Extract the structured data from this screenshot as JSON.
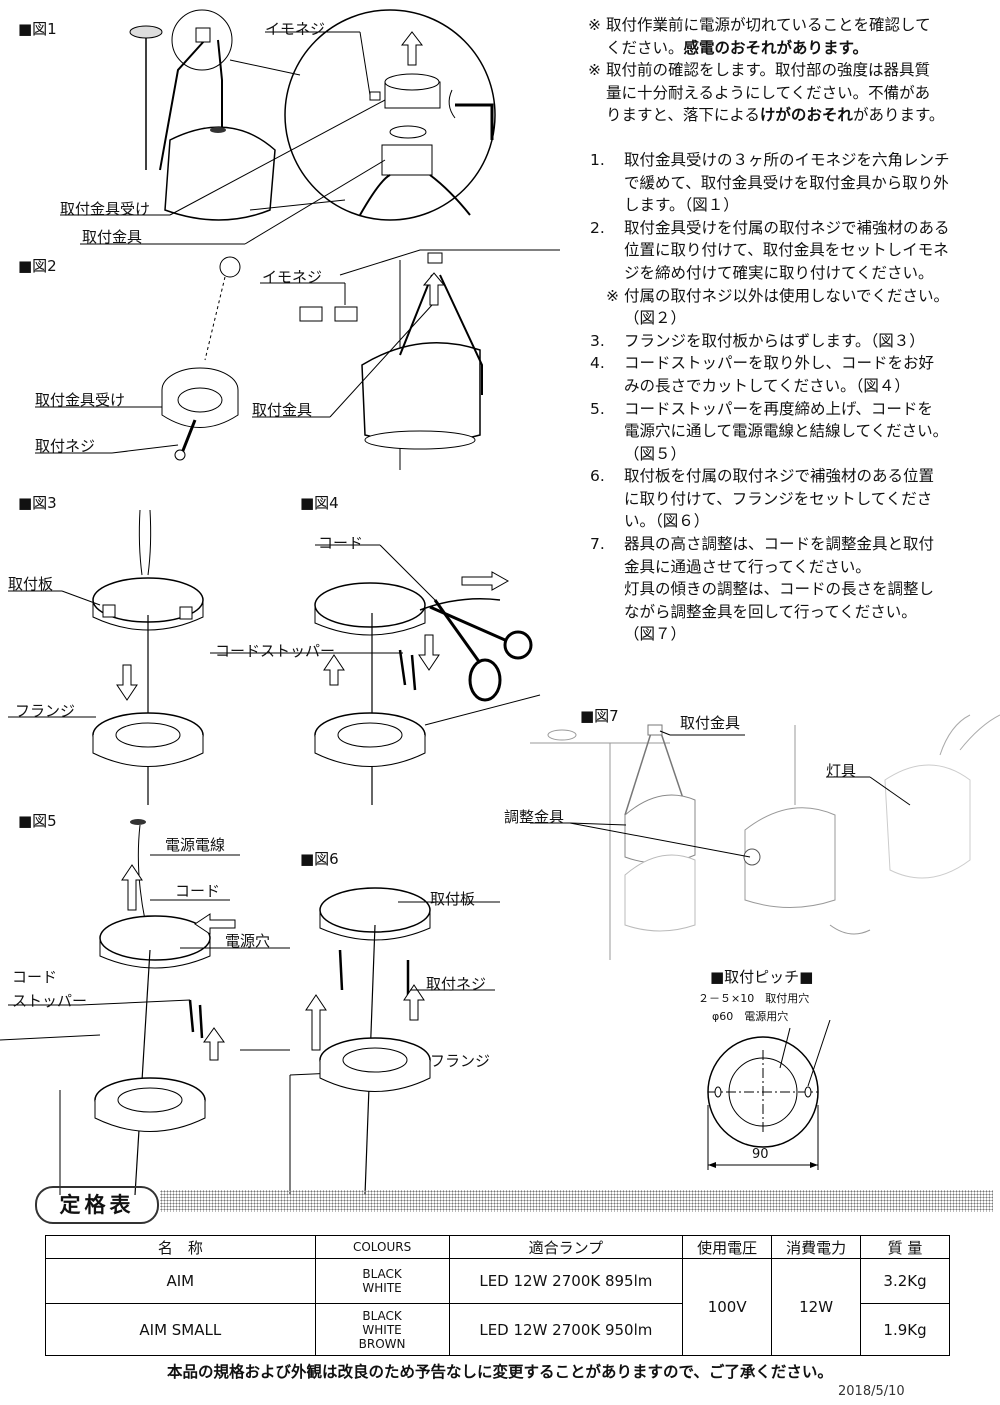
{
  "figures": {
    "fig1": {
      "label": "■図1",
      "callouts": {
        "set_screw": "イモネジ",
        "receiver": "取付金具受け",
        "bracket": "取付金具"
      }
    },
    "fig2": {
      "label": "■図2",
      "callouts": {
        "set_screw": "イモネジ",
        "receiver": "取付金具受け",
        "screw": "取付ネジ",
        "bracket": "取付金具"
      }
    },
    "fig3": {
      "label": "■図3",
      "callouts": {
        "plate": "取付板",
        "flange": "フランジ"
      }
    },
    "fig4": {
      "label": "■図4",
      "callouts": {
        "cord": "コード",
        "stopper": "コードストッパー"
      }
    },
    "fig5": {
      "label": "■図5",
      "callouts": {
        "power_wire": "電源電線",
        "cord": "コード",
        "power_hole": "電源穴",
        "stopper_1": "コード",
        "stopper_2": "ストッパー"
      }
    },
    "fig6": {
      "label": "■図6",
      "callouts": {
        "plate": "取付板",
        "screw": "取付ネジ",
        "flange": "フランジ"
      }
    },
    "fig7": {
      "label": "■図7",
      "callouts": {
        "bracket": "取付金具",
        "lamp": "灯具",
        "adjuster": "調整金具"
      }
    }
  },
  "notes": [
    {
      "mark": "※",
      "lines": [
        "取付作業前に電源が切れていることを確認して",
        "ください。"
      ],
      "bold_tail": "感電のおそれがあります。"
    },
    {
      "mark": "※",
      "lines": [
        "取付前の確認をします。取付部の強度は器具質",
        "量に十分耐えるようにしてください。不備があ",
        "りますと、落下による"
      ],
      "bold_tail": "けがのおそれ",
      "tail": "があります。"
    }
  ],
  "steps": [
    {
      "num": "1.",
      "lines": [
        "取付金具受けの３ヶ所のイモネジを六角レンチ",
        "で緩めて、取付金具受けを取付金具から取り外",
        "します。（図１）"
      ]
    },
    {
      "num": "2.",
      "lines": [
        "取付金具受けを付属の取付ネジで補強材のある",
        "位置に取り付けて、取付金具をセットしイモネ",
        "ジを締め付けて確実に取り付けてください。"
      ]
    },
    {
      "num": "3.",
      "lines": [
        "フランジを取付板からはずします。（図３）"
      ]
    },
    {
      "num": "4.",
      "lines": [
        "コードストッパーを取り外し、コードをお好",
        "みの長さでカットしてください。（図４）"
      ]
    },
    {
      "num": "5.",
      "lines": [
        "コードストッパーを再度締め上げ、コードを",
        "電源穴に通して電源電線と結線してください。",
        "（図５）"
      ]
    },
    {
      "num": "6.",
      "lines": [
        "取付板を付属の取付ネジで補強材のある位置",
        "に取り付けて、フランジをセットしてくださ",
        "い。（図６）"
      ]
    },
    {
      "num": "7.",
      "lines": [
        "器具の高さ調整は、コードを調整金具と取付",
        "金具に通過させて行ってください。",
        "灯具の傾きの調整は、コードの長さを調整し",
        "ながら調整金具を回して行ってください。",
        "（図７）"
      ]
    }
  ],
  "step2_note": {
    "mark": "※",
    "lines": [
      "付属の取付ネジ以外は使用しないでください。",
      "（図２）"
    ]
  },
  "pitch": {
    "title": "■取付ピッチ■",
    "line1": "２－５×10　取付用穴",
    "line2": "φ60　電源用穴",
    "dim": "90"
  },
  "spec": {
    "title": "定格表",
    "headers": [
      "名　称",
      "COLOURS",
      "適合ランプ",
      "使用電圧",
      "消費電力",
      "質 量"
    ],
    "rows": [
      {
        "name": "AIM",
        "colours": [
          "BLACK",
          "WHITE"
        ],
        "lamp": "LED 12W 2700K 895lm",
        "mass": "3.2Kg"
      },
      {
        "name": "AIM SMALL",
        "colours": [
          "BLACK",
          "WHITE",
          "BROWN"
        ],
        "lamp": "LED 12W 2700K 950lm",
        "mass": "1.9Kg"
      }
    ],
    "voltage": "100V",
    "power": "12W"
  },
  "footer": "本品の規格および外観は改良のため予告なしに変更することがありますので、ご了承ください。",
  "date": "2018/5/10"
}
